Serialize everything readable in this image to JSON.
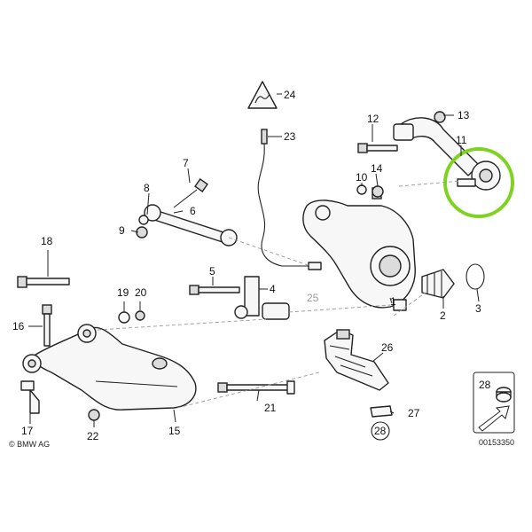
{
  "labels": {
    "p1": "1",
    "p2": "2",
    "p3": "3",
    "p4": "4",
    "p5": "5",
    "p6": "6",
    "p7": "7",
    "p8": "8",
    "p9": "9",
    "p10": "10",
    "p11": "11",
    "p12": "12",
    "p13": "13",
    "p14": "14",
    "p15": "15",
    "p16": "16",
    "p17": "17",
    "p18": "18",
    "p19": "19",
    "p20": "20",
    "p21": "21",
    "p22": "22",
    "p23": "23",
    "p24": "24",
    "p25": "25",
    "p26": "26",
    "p27": "27",
    "p28": "28"
  },
  "legend": {
    "part_number": "28"
  },
  "footer": {
    "copyright": "© BMW AG",
    "diagram_id": "00153350"
  },
  "colors": {
    "highlight": "#7ed321",
    "line": "#222222",
    "muted": "#9a9a9a"
  }
}
